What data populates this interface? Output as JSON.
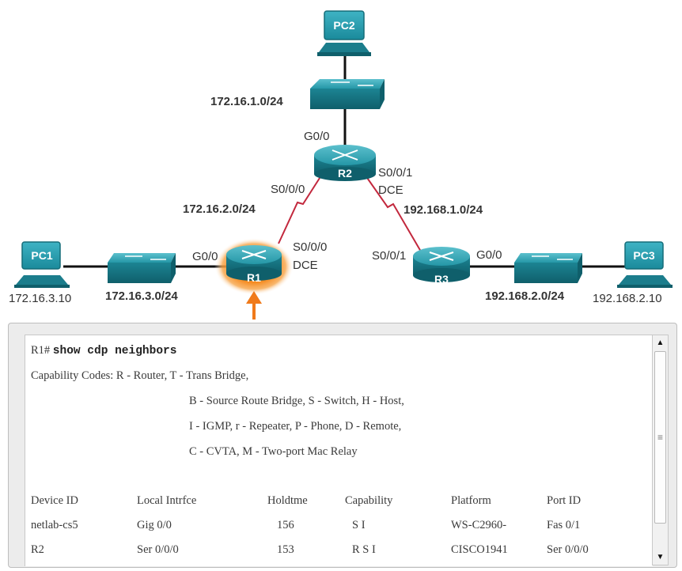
{
  "topology": {
    "devices": {
      "pc1": "PC1",
      "pc2": "PC2",
      "pc3": "PC3",
      "r1": "R1",
      "r2": "R2",
      "r3": "R3"
    },
    "networks": {
      "top": "172.16.1.0/24",
      "r1_r2": "172.16.2.0/24",
      "r2_r3": "192.168.1.0/24",
      "left_lan": "172.16.3.0/24",
      "right_lan": "192.168.2.0/24"
    },
    "hosts": {
      "pc1_ip": "172.16.3.10",
      "pc3_ip": "192.168.2.10"
    },
    "interfaces": {
      "r2_g0": "G0/0",
      "r2_s000": "S0/0/0",
      "r2_s001": "S0/0/1",
      "r2_dce": "DCE",
      "r1_g0": "G0/0",
      "r1_s000": "S0/0/0",
      "r1_dce": "DCE",
      "r3_s001": "S0/0/1",
      "r3_g0": "G0/0"
    },
    "colors": {
      "device_teal": "#1f8a9a",
      "serial_link": "#c2283d",
      "highlight": "#f07a1a"
    }
  },
  "terminal": {
    "prompt": "R1#",
    "command": "show cdp neighbors",
    "capability_lines": [
      "Capability Codes: R - Router, T - Trans Bridge,",
      "B - Source Route Bridge, S - Switch, H - Host,",
      "I - IGMP, r - Repeater, P - Phone, D - Remote,",
      "C - CVTA, M - Two-port Mac Relay"
    ],
    "headers": [
      "Device ID",
      "Local Intrfce",
      "Holdtme",
      "Capability",
      "Platform",
      "Port ID"
    ],
    "rows": [
      [
        "netlab-cs5",
        "Gig 0/0",
        "156",
        "S I",
        "WS-C2960-",
        "Fas 0/1"
      ],
      [
        "R2",
        "Ser 0/0/0",
        "153",
        "R S I",
        "CISCO1941",
        "Ser 0/0/0"
      ]
    ]
  },
  "scrollbar": {
    "up_icon": "arrow-up-icon",
    "down_icon": "arrow-down-icon",
    "grip_icon": "grip-icon"
  }
}
